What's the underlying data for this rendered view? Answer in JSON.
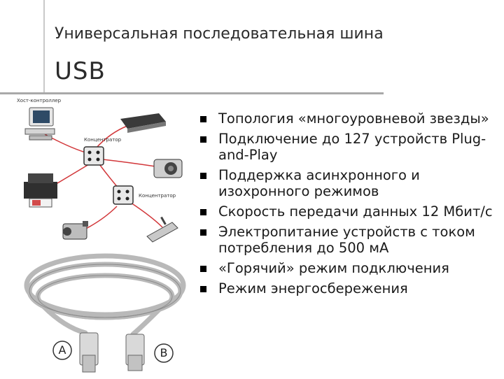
{
  "slide": {
    "title_line1": "Универсальная последовательная шина",
    "title_line2": "USB"
  },
  "diagram": {
    "host_label": "Хост-контроллер",
    "hub1_label": "Концентратор",
    "hub2_label": "Концентратор",
    "line_color": "#d2373a"
  },
  "cable": {
    "label_a": "A",
    "label_b": "B"
  },
  "bullets": [
    "Топология «многоуровневой звезды»",
    "Подключение до 127 устройств Plug-and-Play",
    "Поддержка асинхронного и изохронного режимов",
    "Скорость передачи данных 12 Мбит/с",
    "Электропитание устройств с током потребления до 500 мА",
    "«Горячий» режим подключения",
    "Режим энергосбережения"
  ]
}
